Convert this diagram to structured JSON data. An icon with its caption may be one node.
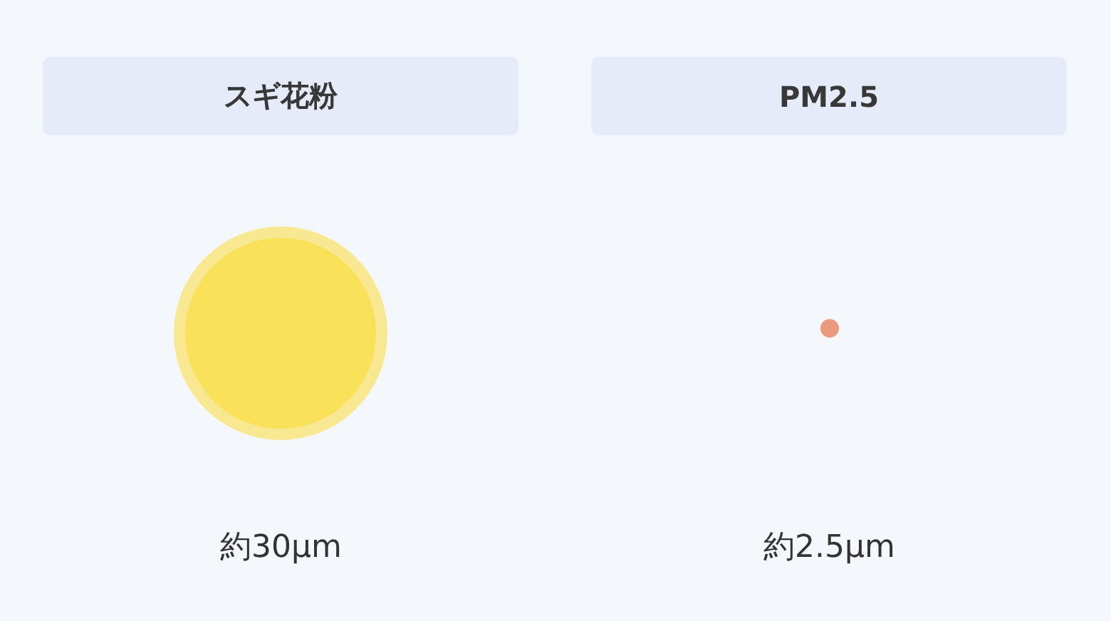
{
  "diagram": {
    "nodes": [
      {
        "text": [
          "スギ花粉"
        ]
      },
      {
        "text": [
          "PM2.5"
        ]
      },
      {
        "text": [],
        "shape": "circle"
      },
      {
        "text": [],
        "shape": "circle"
      }
    ],
    "labels": [
      "約30μm",
      "約2.5μm"
    ]
  }
}
